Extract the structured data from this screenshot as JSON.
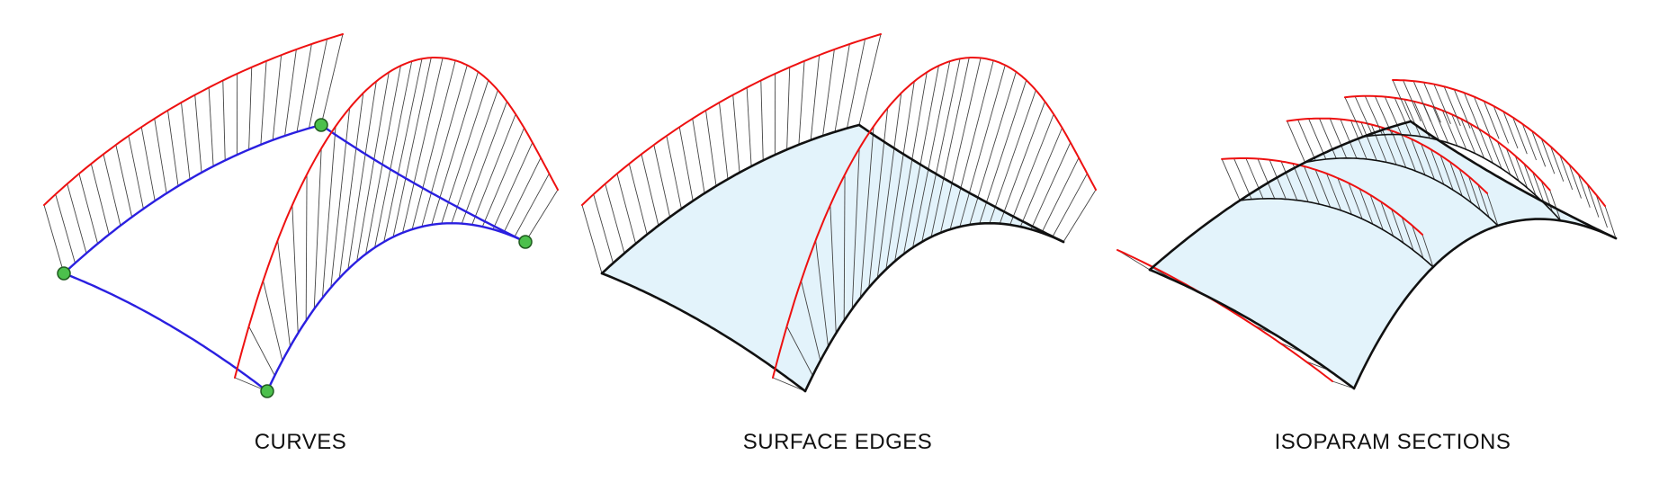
{
  "panels": [
    {
      "caption": "CURVES"
    },
    {
      "caption": "SURFACE EDGES"
    },
    {
      "caption": "ISOPARAM SECTIONS"
    }
  ],
  "colors": {
    "profile": "#ee1111",
    "curve": "#2a1fe0",
    "edge": "#111111",
    "surface_fill": "#e3f3fb",
    "hatch": "#444444",
    "control_point": "#4cc04c",
    "control_point_stroke": "#1f5a1f",
    "caption": "#111111"
  }
}
